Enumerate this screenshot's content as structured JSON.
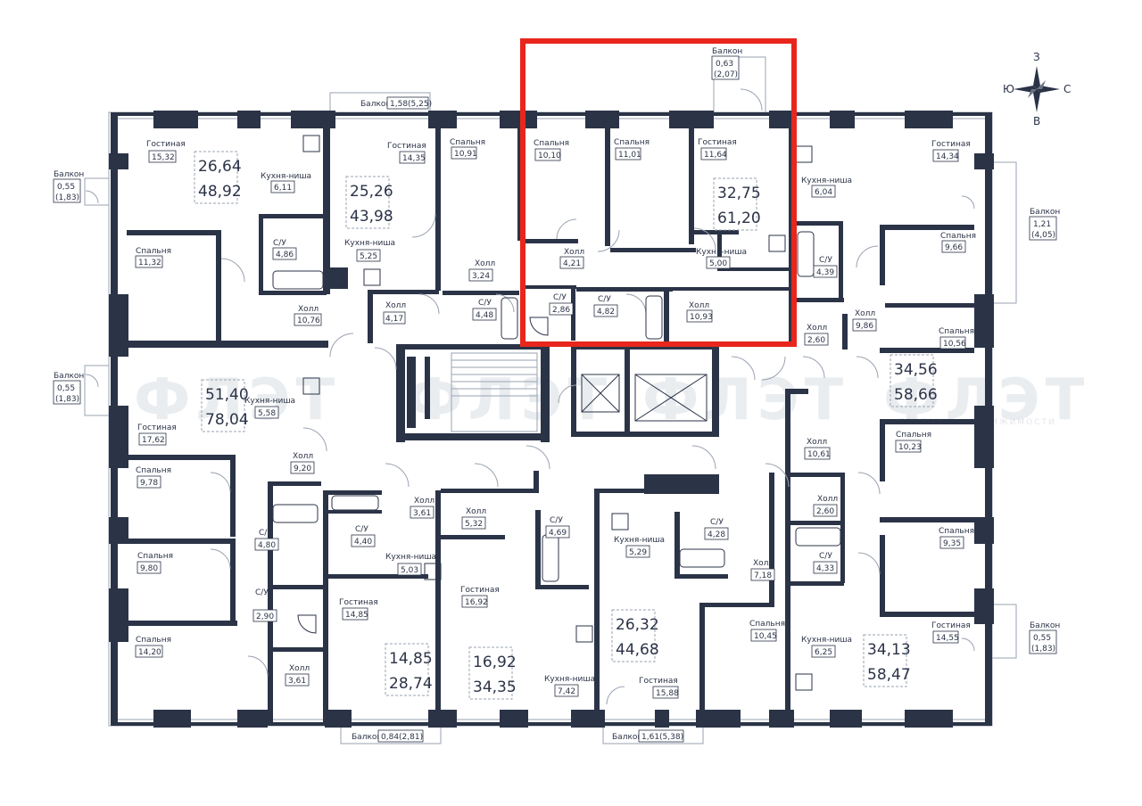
{
  "compass": {
    "north": "З",
    "south": "В",
    "west": "Ю",
    "east": "С"
  },
  "watermark": {
    "text": "ФЛЭТ",
    "subtext": "АГЕНТСТВО НЕДВИЖИМОСТИ"
  },
  "colors": {
    "walls": "#2b3347",
    "highlight": "#e8261c"
  },
  "balconies": [
    {
      "label": "Балкон",
      "value": "1,58(5,25)"
    },
    {
      "label": "Балкон",
      "value": "0,63",
      "value2": "(2,07)"
    },
    {
      "label": "Балкон",
      "value": "0,55",
      "value2": "(1,83)"
    },
    {
      "label": "Балкон",
      "value": "0,55",
      "value2": "(1,83)"
    },
    {
      "label": "Балкон",
      "value": "1,21",
      "value2": "(4,05)"
    },
    {
      "label": "Балкон",
      "value": "0,55",
      "value2": "(1,83)"
    },
    {
      "label": "Балкон",
      "value": "0,84(2,81)"
    },
    {
      "label": "Балкон",
      "value": "1,61(5,38)"
    }
  ],
  "apartments": [
    {
      "living": "26,64",
      "total": "48,92"
    },
    {
      "living": "25,26",
      "total": "43,98"
    },
    {
      "living": "32,75",
      "total": "61,20"
    },
    {
      "living": "51,40",
      "total": "78,04"
    },
    {
      "living": "34,56",
      "total": "58,66"
    },
    {
      "living": "14,85",
      "total": "28,74"
    },
    {
      "living": "16,92",
      "total": "34,35"
    },
    {
      "living": "26,32",
      "total": "44,68"
    },
    {
      "living": "34,13",
      "total": "58,47"
    }
  ],
  "rooms": [
    {
      "label": "Гостиная",
      "value": "15,32"
    },
    {
      "label": "Кухня-ниша",
      "value": "6,11"
    },
    {
      "label": "С/У",
      "value": "4,86"
    },
    {
      "label": "Спальня",
      "value": "11,32"
    },
    {
      "label": "Холл",
      "value": "10,76"
    },
    {
      "label": "Гостиная",
      "value": "14,35"
    },
    {
      "label": "Кухня-ниша",
      "value": "5,25"
    },
    {
      "label": "Холл",
      "value": "4,17"
    },
    {
      "label": "Спальня",
      "value": "10,91"
    },
    {
      "label": "Холл",
      "value": "3,24"
    },
    {
      "label": "С/У",
      "value": "4,48"
    },
    {
      "label": "Спальня",
      "value": "10,10"
    },
    {
      "label": "Спальня",
      "value": "11,01"
    },
    {
      "label": "Гостиная",
      "value": "11,64"
    },
    {
      "label": "Холл",
      "value": "4,21"
    },
    {
      "label": "Кухня-ниша",
      "value": "5,00"
    },
    {
      "label": "С/У",
      "value": "2,86"
    },
    {
      "label": "С/У",
      "value": "4,82"
    },
    {
      "label": "Холл",
      "value": "10,93"
    },
    {
      "label": "Гостиная",
      "value": "14,34"
    },
    {
      "label": "Кухня-ниша",
      "value": "6,04"
    },
    {
      "label": "С/У",
      "value": "4,39"
    },
    {
      "label": "Спальня",
      "value": "9,66"
    },
    {
      "label": "Холл",
      "value": "9,86"
    },
    {
      "label": "Холл",
      "value": "2,60"
    },
    {
      "label": "Спальня",
      "value": "10,56"
    },
    {
      "label": "Гостиная",
      "value": "17,62"
    },
    {
      "label": "Кухня-ниша",
      "value": "5,58"
    },
    {
      "label": "Холл",
      "value": "9,20"
    },
    {
      "label": "Спальня",
      "value": "9,78"
    },
    {
      "label": "С/У",
      "value": "4,80"
    },
    {
      "label": "Спальня",
      "value": "9,80"
    },
    {
      "label": "С/У",
      "value": "2,90"
    },
    {
      "label": "Спальня",
      "value": "14,20"
    },
    {
      "label": "Холл",
      "value": "3,61"
    },
    {
      "label": "С/У",
      "value": "4,40"
    },
    {
      "label": "Холл",
      "value": "3,61"
    },
    {
      "label": "Кухня-ниша",
      "value": "5,03"
    },
    {
      "label": "Гостиная",
      "value": "14,85"
    },
    {
      "label": "Холл",
      "value": "5,32"
    },
    {
      "label": "С/У",
      "value": "4,69"
    },
    {
      "label": "Гостиная",
      "value": "16,92"
    },
    {
      "label": "Кухня-ниша",
      "value": "7,42"
    },
    {
      "label": "Кухня-ниша",
      "value": "5,29"
    },
    {
      "label": "С/У",
      "value": "4,28"
    },
    {
      "label": "Холл",
      "value": "7,18"
    },
    {
      "label": "Гостиная",
      "value": "15,88"
    },
    {
      "label": "Спальня",
      "value": "10,45"
    },
    {
      "label": "Холл",
      "value": "10,61"
    },
    {
      "label": "Спальня",
      "value": "10,23"
    },
    {
      "label": "Холл",
      "value": "2,60"
    },
    {
      "label": "С/У",
      "value": "4,33"
    },
    {
      "label": "Спальня",
      "value": "9,35"
    },
    {
      "label": "Кухня-ниша",
      "value": "6,25"
    },
    {
      "label": "Гостиная",
      "value": "14,55"
    }
  ]
}
